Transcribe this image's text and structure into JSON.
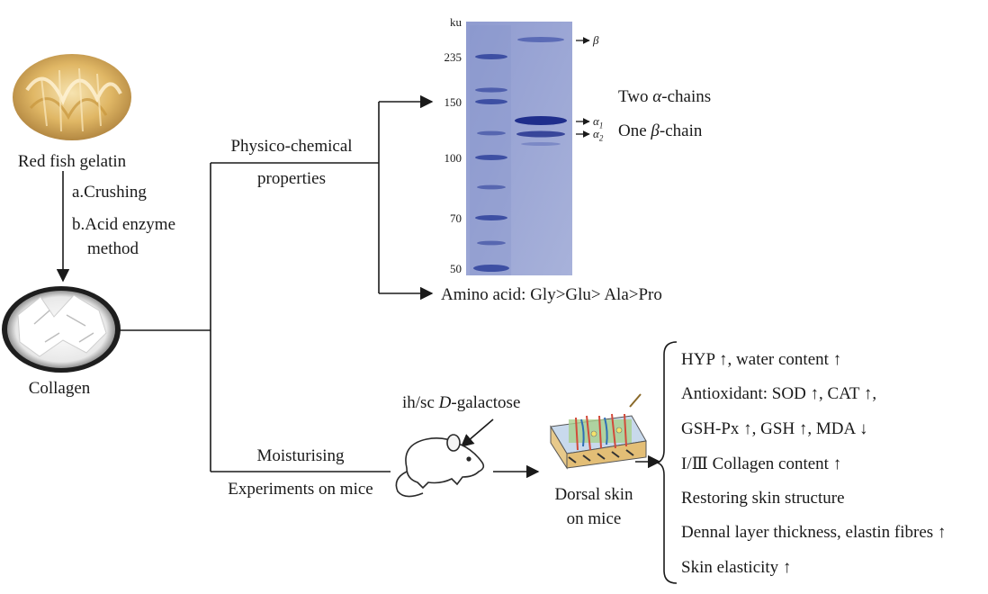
{
  "source": {
    "name": "Red fish gelatin",
    "steps": [
      "a.Crushing",
      "b.Acid enzyme",
      "method"
    ]
  },
  "product": {
    "name": "Collagen"
  },
  "branch_physico": {
    "label_line1": "Physico-chemical",
    "label_line2": "properties"
  },
  "gel": {
    "unit": "ku",
    "ladder": [
      "235",
      "150",
      "100",
      "70",
      "50"
    ],
    "band_markers": {
      "beta": "β",
      "alpha1": "α1",
      "alpha2": "α2"
    },
    "result_line1_prefix": "Two ",
    "result_line1_greek": "α",
    "result_line1_suffix": "-chains",
    "result_line2_prefix": "One ",
    "result_line2_greek": "β",
    "result_line2_suffix": "-chain",
    "gel_color": "#9aa6d2"
  },
  "amino_acid": "Amino acid: Gly>Glu> Ala>Pro",
  "branch_moist": {
    "label_line1": "Moisturising",
    "label_line2": "Experiments on mice"
  },
  "treatment": {
    "prefix": "ih/sc ",
    "italic": "D",
    "suffix": "-galactose"
  },
  "skin": {
    "label_line1": "Dorsal skin",
    "label_line2": "on mice"
  },
  "outcomes": [
    "HYP ↑, water content ↑",
    "Antioxidant: SOD ↑, CAT ↑,",
    "GSH-Px ↑, GSH ↑, MDA ↓",
    "I/Ⅲ Collagen content ↑",
    "Restoring skin structure",
    "Dennal layer thickness, elastin fibres ↑",
    "Skin elasticity ↑"
  ]
}
